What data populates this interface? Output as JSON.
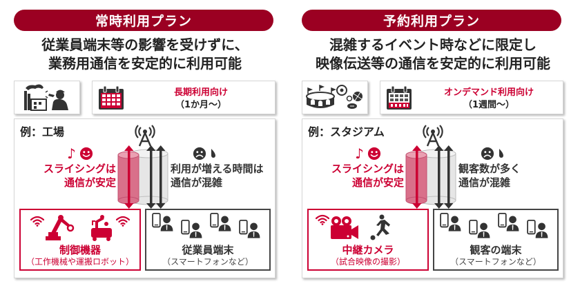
{
  "colors": {
    "header_pill": "#9b0022",
    "accent_red": "#cc0033",
    "dark": "#333333",
    "border_grey": "#d6d6d6"
  },
  "plans": [
    {
      "title": "常時利用プラン",
      "headline": [
        "従業員端末等の影響を受けずに、",
        "業務用通信を安定的に利用可能"
      ],
      "scene_icon": "factory-worker-icon",
      "calendar": {
        "icon": "calendar-month-icon",
        "label": "長期利用向け",
        "period": "（1か月～）"
      },
      "example": "例：工場",
      "good": {
        "icons": [
          "music-note-icon",
          "smile-face-icon"
        ],
        "lines": [
          "スライシングは",
          "通信が安定"
        ]
      },
      "bad": {
        "icons": [
          "sad-face-icon",
          "sweat-drop-icon"
        ],
        "lines": [
          "利用が増える時間は",
          "通信が混雑"
        ]
      },
      "devices": {
        "priority": {
          "name": "制御機器",
          "sub": "（工作機械や運搬ロボット）",
          "icons": [
            "wifi-icon",
            "robot-arm-icon",
            "transport-robot-icon",
            "wifi-icon"
          ]
        },
        "general": {
          "name": "従業員端末",
          "sub": "（スマートフォンなど）",
          "icons": [
            "smartphone-user-icon",
            "smartphone-user-icon",
            "smartphone-user-icon",
            "smartphone-user-icon"
          ]
        }
      }
    },
    {
      "title": "予約利用プラン",
      "headline": [
        "混雑するイベント時などに限定し",
        "映像伝送等の通信を安定的に利用可能"
      ],
      "scene_icon": "stadium-balls-icon",
      "calendar": {
        "icon": "calendar-week-icon",
        "label": "オンデマンド利用向け",
        "period": "（1週間～）"
      },
      "example": "例：スタジアム",
      "good": {
        "icons": [
          "music-note-icon",
          "smile-face-icon"
        ],
        "lines": [
          "スライシングは",
          "通信が安定"
        ]
      },
      "bad": {
        "icons": [
          "sad-face-icon",
          "sweat-drop-icon"
        ],
        "lines": [
          "観客数が多く",
          "通信が混雑"
        ]
      },
      "devices": {
        "priority": {
          "name": "中継カメラ",
          "sub": "（試合映像の撮影）",
          "icons": [
            "wifi-icon",
            "video-camera-icon",
            "soccer-player-icon"
          ]
        },
        "general": {
          "name": "観客の端末",
          "sub": "（スマートフォンなど）",
          "icons": [
            "smartphone-user-icon",
            "smartphone-user-icon",
            "smartphone-user-icon",
            "smartphone-user-icon"
          ]
        }
      }
    }
  ]
}
